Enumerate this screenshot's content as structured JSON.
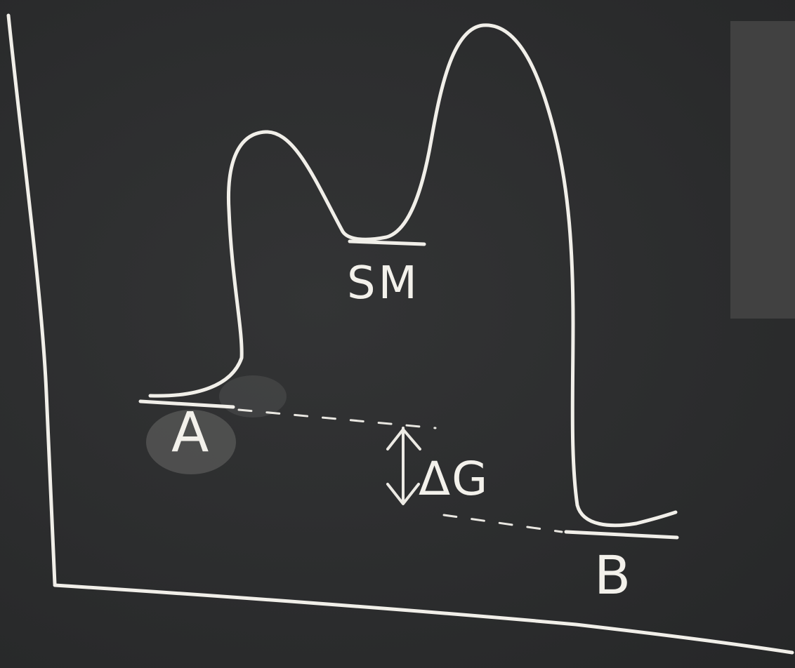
{
  "diagram": {
    "labels": {
      "a": "A",
      "sm": "SM",
      "b": "B",
      "delta_g": "ΔG"
    },
    "colors": {
      "board": "#2b2c2d",
      "chalk": "#f1efe9",
      "panel": "#414141"
    }
  }
}
